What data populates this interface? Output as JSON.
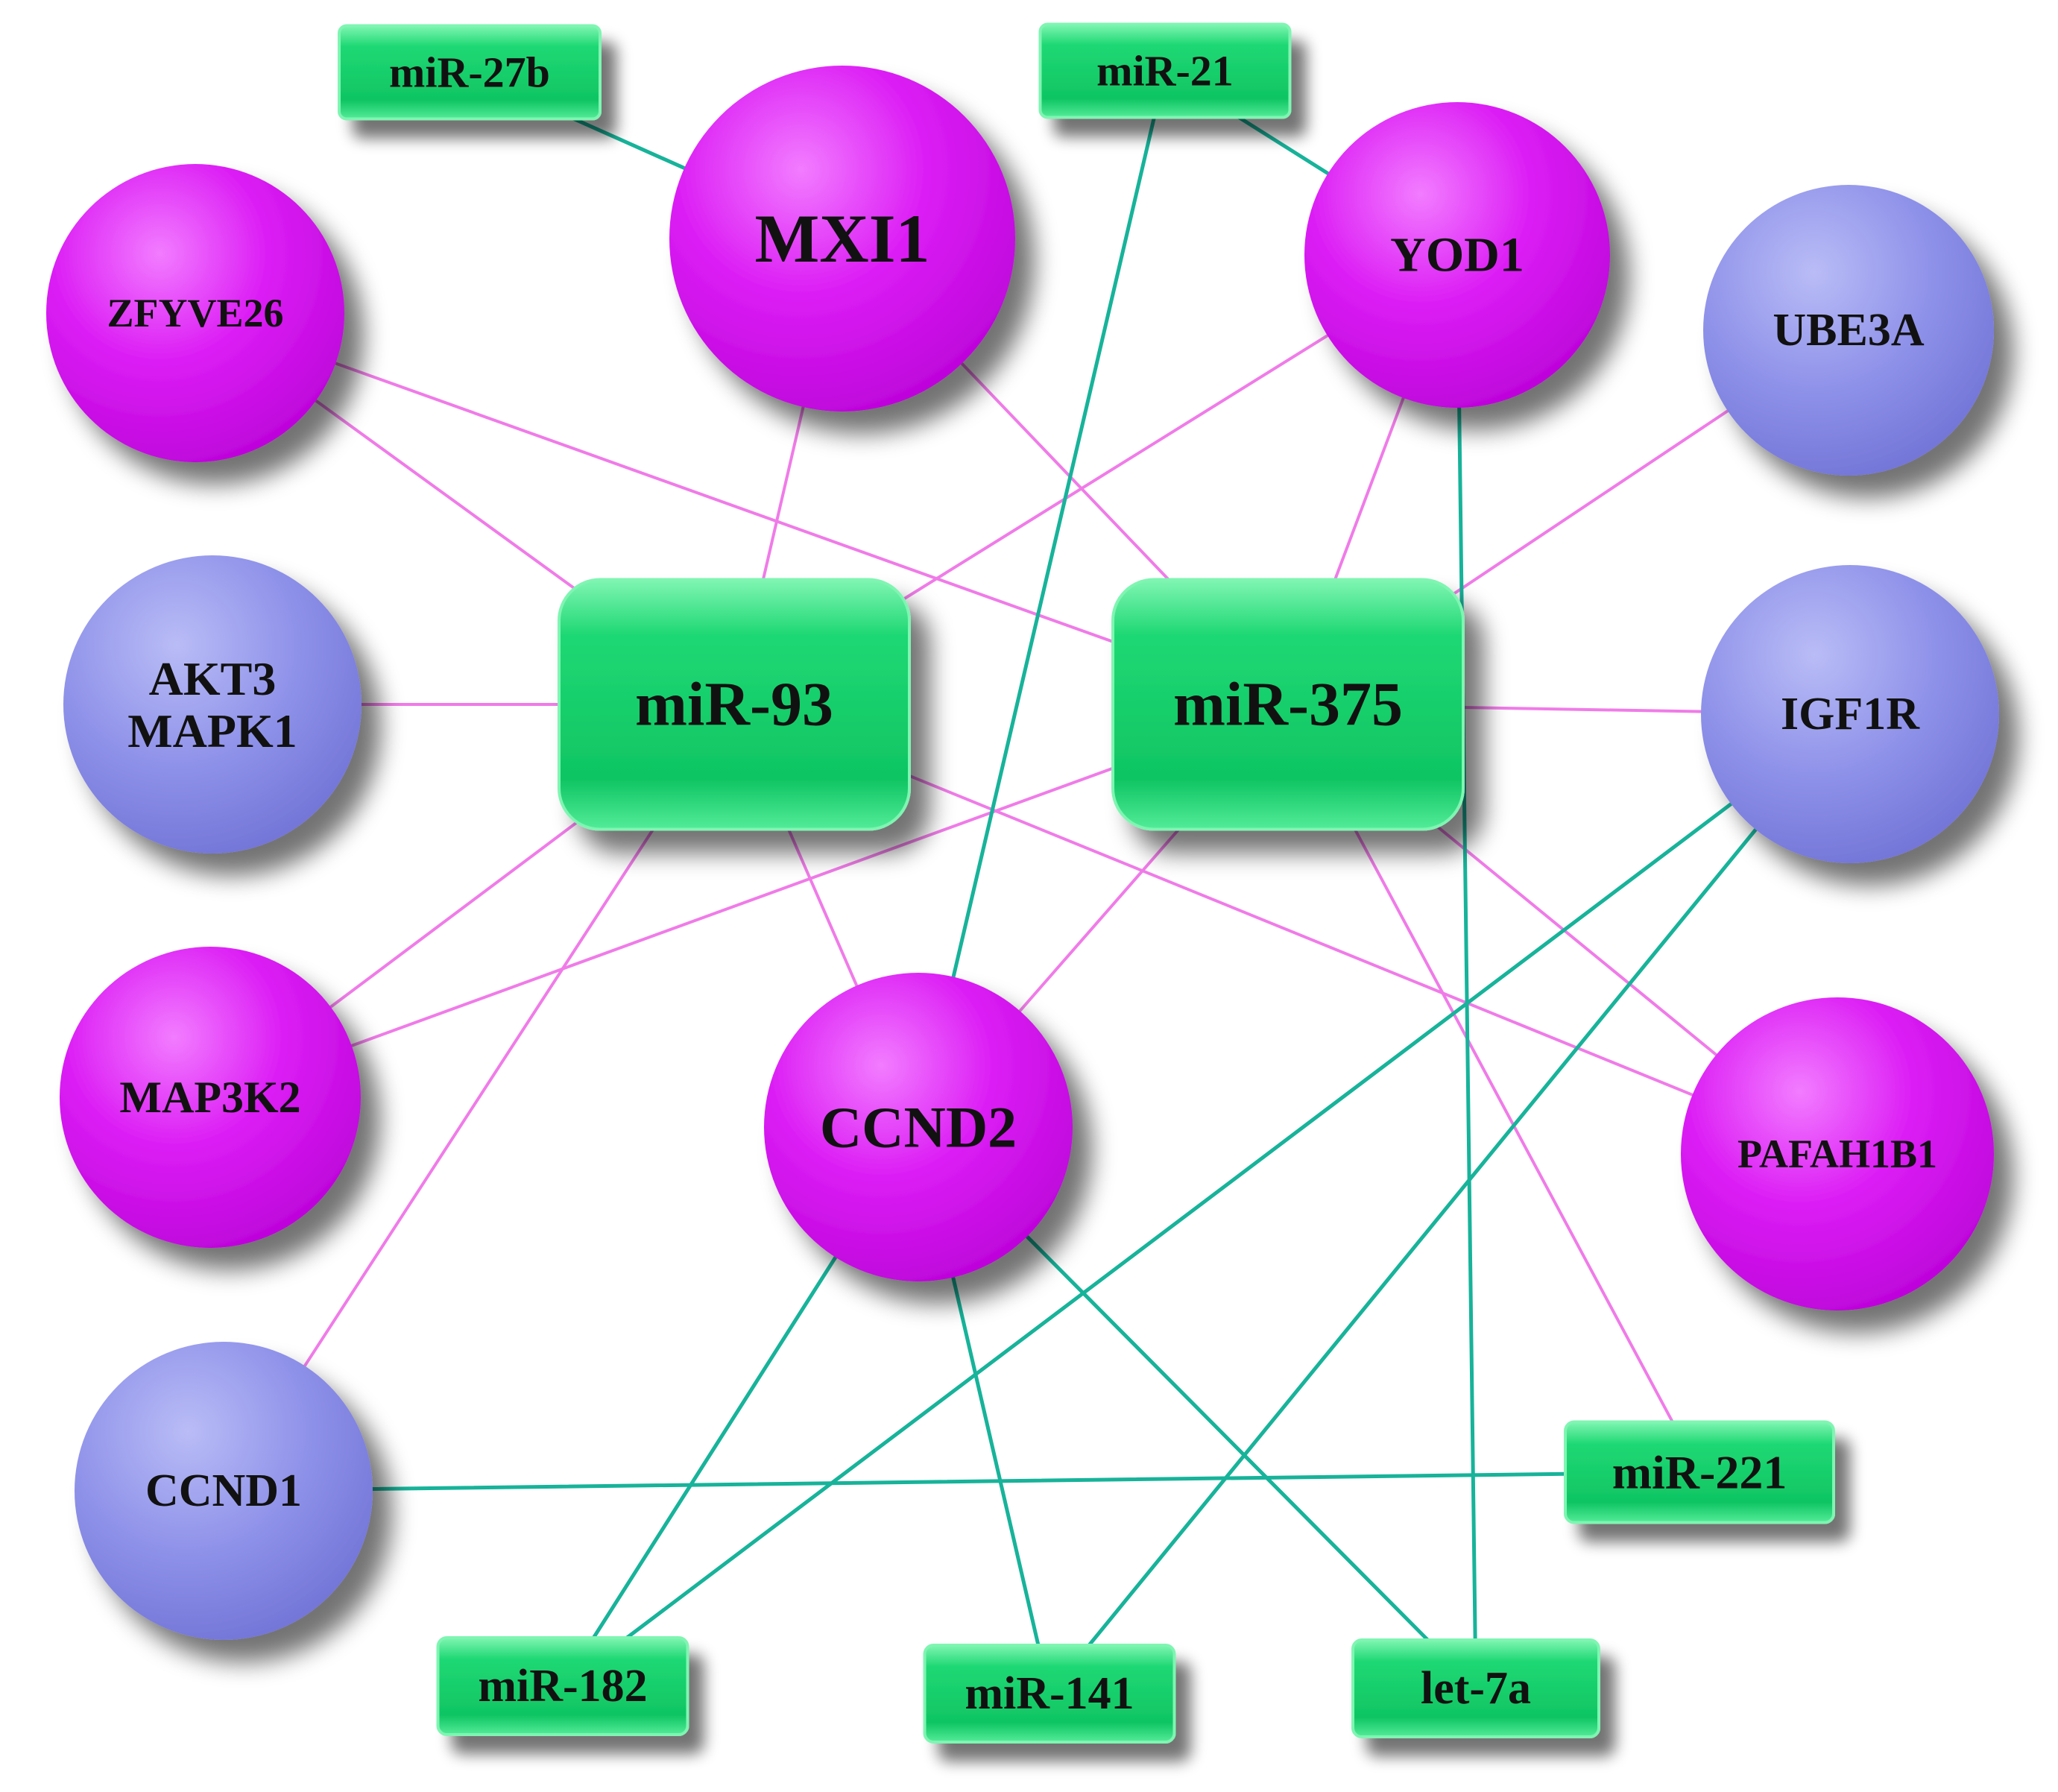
{
  "colors": {
    "background": "#ffffff",
    "mirna_fill": "#10cc66",
    "mirna_light": "#7ff5b2",
    "gene_magenta": "#d200ee",
    "gene_magenta_light": "#f27cff",
    "gene_lavender": "#7d7fdf",
    "gene_lavender_light": "#b9bcf6",
    "edge_pink": "#f07be8",
    "edge_teal": "#17b39a",
    "label": "#111111"
  },
  "nodes": [
    {
      "id": "mir27b",
      "label": "miR-27b",
      "kind": "mirna-small"
    },
    {
      "id": "mir21",
      "label": "miR-21",
      "kind": "mirna-small"
    },
    {
      "id": "mxi1",
      "label": "MXI1",
      "kind": "gene-magenta"
    },
    {
      "id": "yod1",
      "label": "YOD1",
      "kind": "gene-magenta"
    },
    {
      "id": "zfyve26",
      "label": "ZFYVE26",
      "kind": "gene-magenta"
    },
    {
      "id": "ube3a",
      "label": "UBE3A",
      "kind": "gene-lavender"
    },
    {
      "id": "akt3mapk1",
      "label": "AKT3\nMAPK1",
      "kind": "gene-lavender"
    },
    {
      "id": "mir93",
      "label": "miR-93",
      "kind": "mirna-hub"
    },
    {
      "id": "mir375",
      "label": "miR-375",
      "kind": "mirna-hub"
    },
    {
      "id": "igf1r",
      "label": "IGF1R",
      "kind": "gene-lavender"
    },
    {
      "id": "map3k2",
      "label": "MAP3K2",
      "kind": "gene-magenta"
    },
    {
      "id": "ccnd2",
      "label": "CCND2",
      "kind": "gene-magenta"
    },
    {
      "id": "pafah1b1",
      "label": "PAFAH1B1",
      "kind": "gene-magenta"
    },
    {
      "id": "ccnd1",
      "label": "CCND1",
      "kind": "gene-lavender"
    },
    {
      "id": "mir221",
      "label": "miR-221",
      "kind": "mirna-small"
    },
    {
      "id": "mir182",
      "label": "miR-182",
      "kind": "mirna-small"
    },
    {
      "id": "mir141",
      "label": "miR-141",
      "kind": "mirna-small"
    },
    {
      "id": "let7a",
      "label": "let-7a",
      "kind": "mirna-small"
    }
  ],
  "edges": [
    {
      "from": "zfyve26",
      "to": "mir93",
      "color": "pink"
    },
    {
      "from": "zfyve26",
      "to": "mir375",
      "color": "pink"
    },
    {
      "from": "mxi1",
      "to": "mir93",
      "color": "pink"
    },
    {
      "from": "mxi1",
      "to": "mir375",
      "color": "pink"
    },
    {
      "from": "yod1",
      "to": "mir93",
      "color": "pink"
    },
    {
      "from": "yod1",
      "to": "mir375",
      "color": "pink"
    },
    {
      "from": "ube3a",
      "to": "mir375",
      "color": "pink"
    },
    {
      "from": "akt3mapk1",
      "to": "mir93",
      "color": "pink"
    },
    {
      "from": "igf1r",
      "to": "mir375",
      "color": "pink"
    },
    {
      "from": "map3k2",
      "to": "mir93",
      "color": "pink"
    },
    {
      "from": "map3k2",
      "to": "mir375",
      "color": "pink"
    },
    {
      "from": "ccnd2",
      "to": "mir93",
      "color": "pink"
    },
    {
      "from": "ccnd2",
      "to": "mir375",
      "color": "pink"
    },
    {
      "from": "pafah1b1",
      "to": "mir93",
      "color": "pink"
    },
    {
      "from": "pafah1b1",
      "to": "mir375",
      "color": "pink"
    },
    {
      "from": "ccnd1",
      "to": "mir93",
      "color": "pink"
    },
    {
      "from": "mir221",
      "to": "mir375",
      "color": "pink"
    },
    {
      "from": "mir27b",
      "to": "mxi1",
      "color": "teal"
    },
    {
      "from": "mir21",
      "to": "yod1",
      "color": "teal"
    },
    {
      "from": "mir21",
      "to": "ccnd2",
      "color": "teal"
    },
    {
      "from": "yod1",
      "to": "let7a",
      "color": "teal"
    },
    {
      "from": "ccnd2",
      "to": "mir182",
      "color": "teal"
    },
    {
      "from": "ccnd2",
      "to": "mir141",
      "color": "teal"
    },
    {
      "from": "ccnd2",
      "to": "let7a",
      "color": "teal"
    },
    {
      "from": "igf1r",
      "to": "mir182",
      "color": "teal"
    },
    {
      "from": "igf1r",
      "to": "mir141",
      "color": "teal"
    },
    {
      "from": "ccnd1",
      "to": "mir221",
      "color": "teal"
    }
  ]
}
